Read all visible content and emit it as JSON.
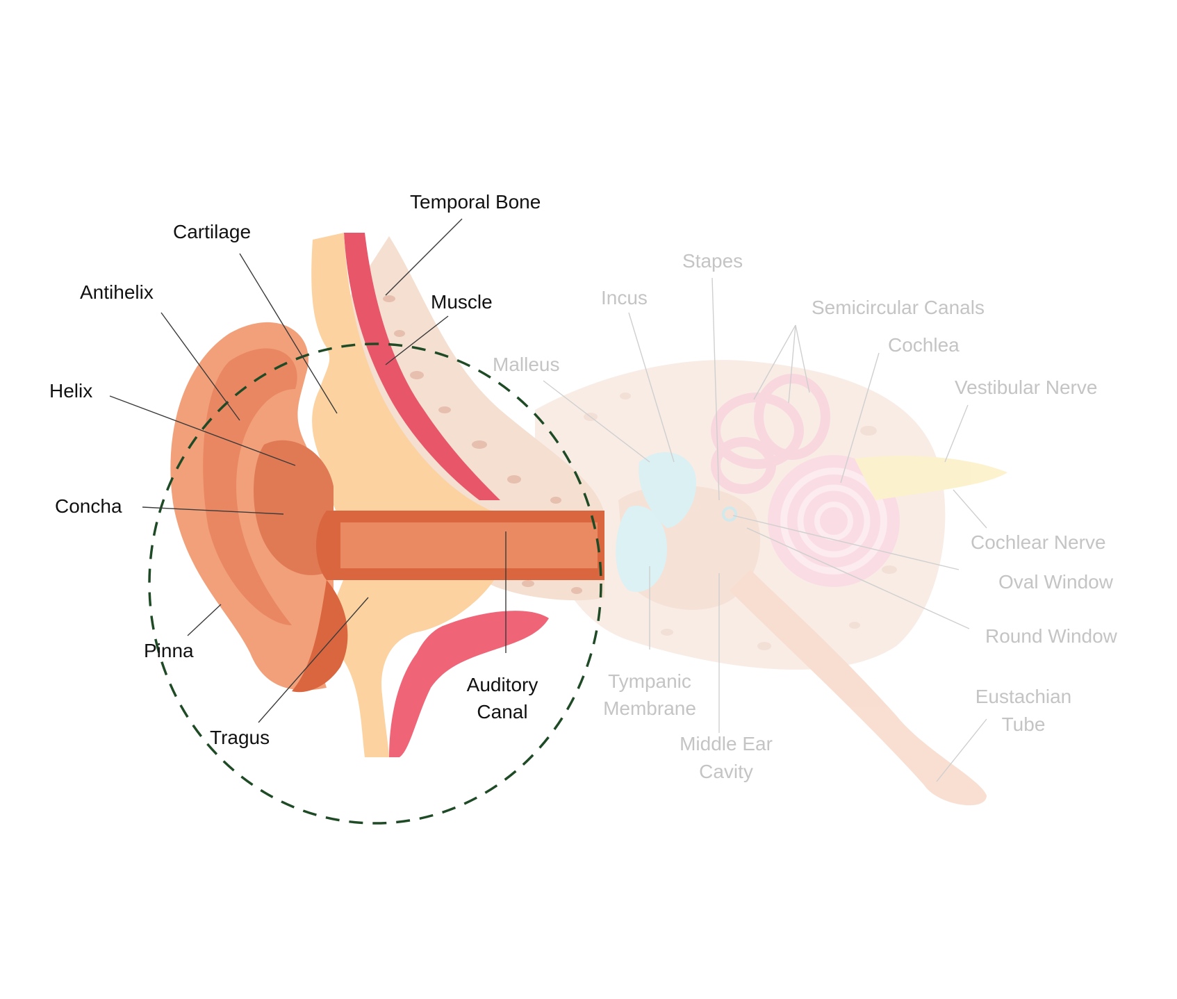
{
  "outer_ear_labels": {
    "temporal_bone": "Temporal Bone",
    "cartilage": "Cartilage",
    "antihelix": "Antihelix",
    "muscle": "Muscle",
    "helix": "Helix",
    "concha": "Concha",
    "pinna": "Pinna",
    "tragus": "Tragus",
    "auditory_canal_line1": "Auditory",
    "auditory_canal_line2": "Canal"
  },
  "inner_ear_labels": {
    "stapes": "Stapes",
    "incus": "Incus",
    "semicircular_canals": "Semicircular Canals",
    "cochlea": "Cochlea",
    "malleus": "Malleus",
    "vestibular_nerve": "Vestibular Nerve",
    "cochlear_nerve": "Cochlear Nerve",
    "oval_window": "Oval Window",
    "round_window": "Round Window",
    "tympanic_membrane_line1": "Tympanic",
    "tympanic_membrane_line2": "Membrane",
    "eustachian_tube_line1": "Eustachian",
    "eustachian_tube_line2": "Tube",
    "middle_ear_cavity_line1": "Middle Ear",
    "middle_ear_cavity_line2": "Cavity"
  },
  "colors": {
    "skin": "#f2a07a",
    "skin_dark": "#d9663f",
    "cartilage": "#fbd2a0",
    "muscle": "#e8566a",
    "bone": "#f3dccd",
    "highlight_circle": "#1e4a26",
    "faded_inner": "#f6e6df"
  }
}
